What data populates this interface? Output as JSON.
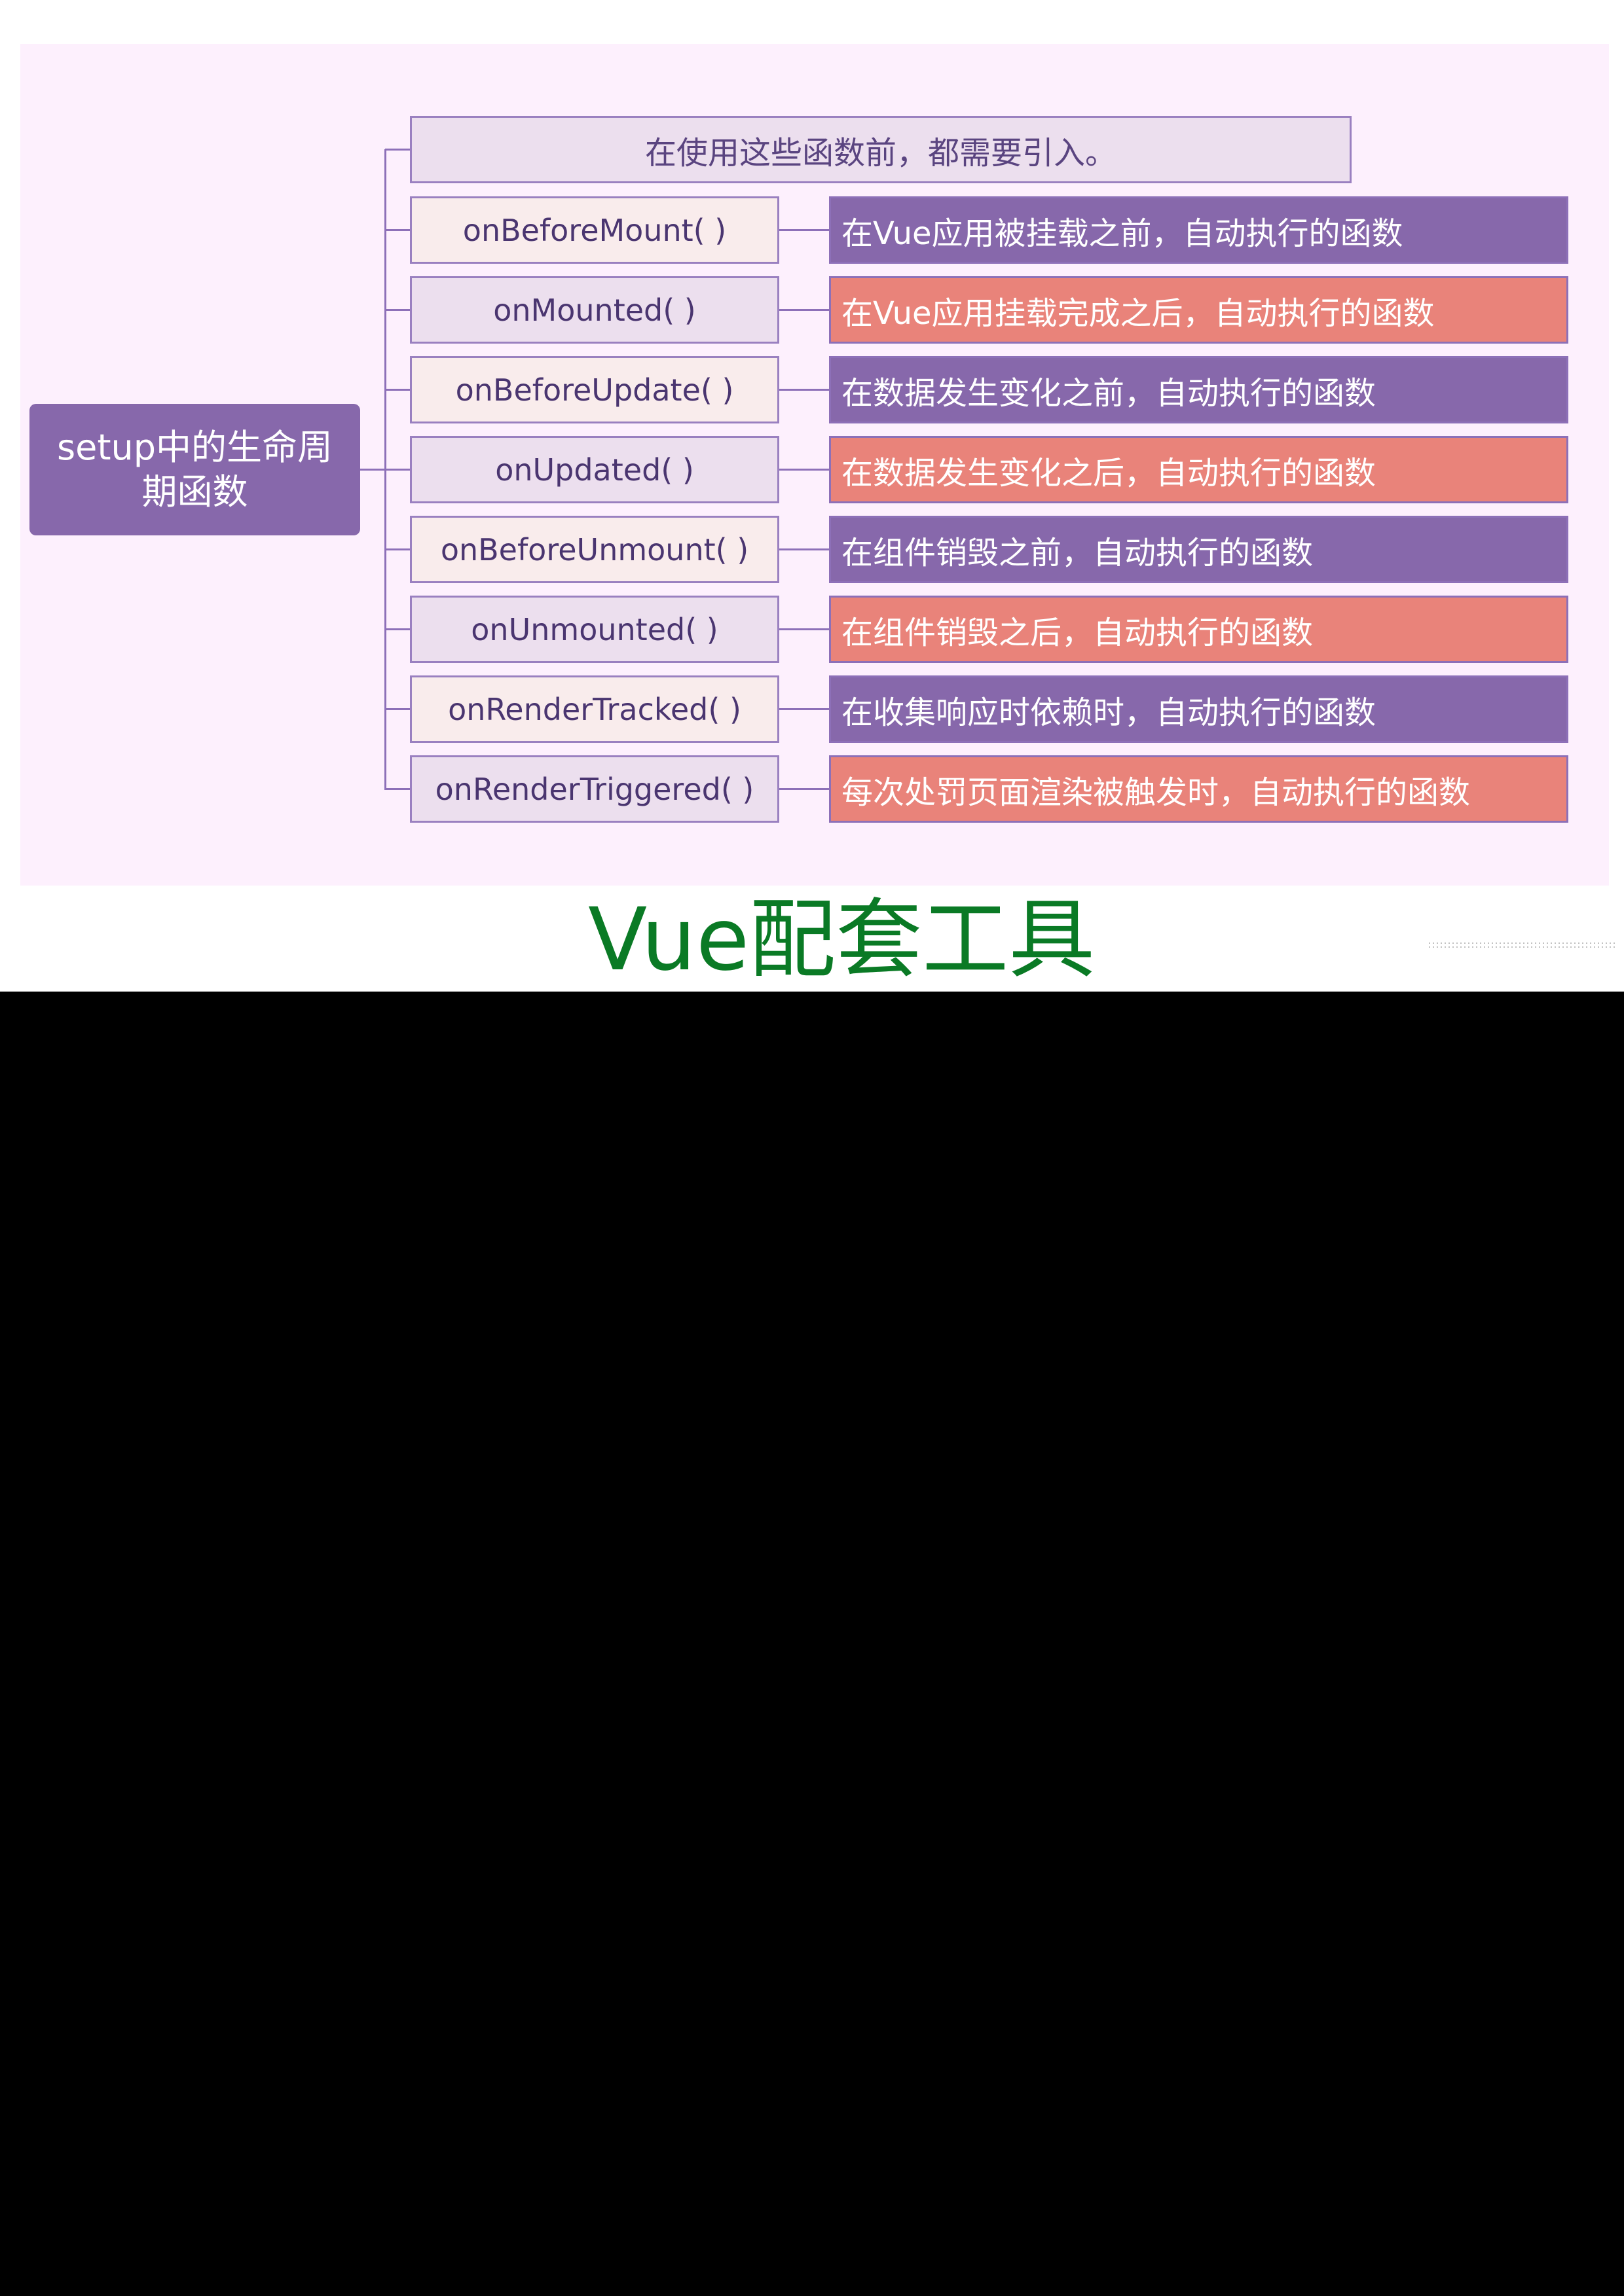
{
  "root": "setup中的生命周期函数",
  "note": "在使用这些函数前，都需要引入。",
  "rows": [
    {
      "fn": "onBeforeMount( )",
      "desc": "在Vue应用被挂载之前，自动执行的函数"
    },
    {
      "fn": "onMounted( )",
      "desc": "在Vue应用挂载完成之后，自动执行的函数"
    },
    {
      "fn": "onBeforeUpdate( )",
      "desc": "在数据发生变化之前，自动执行的函数"
    },
    {
      "fn": "onUpdated( )",
      "desc": "在数据发生变化之后，自动执行的函数"
    },
    {
      "fn": "onBeforeUnmount( )",
      "desc": "在组件销毁之前，自动执行的函数"
    },
    {
      "fn": "onUnmounted( )",
      "desc": "在组件销毁之后，自动执行的函数"
    },
    {
      "fn": "onRenderTracked( )",
      "desc": "在收集响应时依赖时，自动执行的函数"
    },
    {
      "fn": "onRenderTriggered( )",
      "desc": "每次处罚页面渲染被触发时，自动执行的函数"
    }
  ],
  "section_title": "Vue配套工具",
  "colors": {
    "purple": "#8768ab",
    "salmon": "#e9837a",
    "title_green": "#0a7a25"
  }
}
